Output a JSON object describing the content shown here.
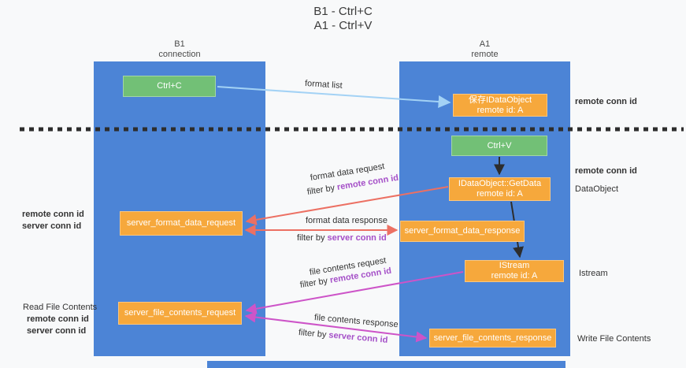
{
  "title": {
    "line1": "B1 - Ctrl+C",
    "line2": "A1 - Ctrl+V"
  },
  "lanes": {
    "left": {
      "title": "B1",
      "subtitle": "connection"
    },
    "right": {
      "title": "A1",
      "subtitle": "remote"
    }
  },
  "nodes": {
    "ctrl_c": {
      "label": "Ctrl+C"
    },
    "save_idataobject": {
      "line1": "保存IDataObject",
      "line2": "remote id: A"
    },
    "ctrl_v": {
      "label": "Ctrl+V"
    },
    "getdata": {
      "line1": "IDataObject::GetData",
      "line2": "remote id: A"
    },
    "format_request": {
      "label": "server_format_data_request"
    },
    "format_response": {
      "label": "server_format_data_response"
    },
    "istream": {
      "line1": "IStream",
      "line2": "remote id: A"
    },
    "file_request": {
      "label": "server_file_contents_request"
    },
    "file_response": {
      "label": "server_file_contents_response"
    }
  },
  "edge_labels": {
    "format_list": "format list",
    "format_data_request": "format data request",
    "format_data_response": "format data response",
    "file_contents_request": "file contents request",
    "file_contents_response": "file contents response",
    "filter_by": "filter by ",
    "remote_conn_id": "remote conn id",
    "server_conn_id": "server conn id"
  },
  "side_labels": {
    "remote_conn_id_top": "remote conn id",
    "remote_conn_id_mid": "remote conn id",
    "dataobject": "DataObject",
    "istream": "Istream",
    "write_file_contents": "Write File Contents",
    "read_file_contents": "Read File Contents",
    "left_remote_conn_id_1": "remote conn id",
    "left_server_conn_id_1": "server conn id",
    "left_remote_conn_id_2": "remote conn id",
    "left_server_conn_id_2": "server conn id"
  },
  "colors": {
    "lane_blue": "#4c84d6",
    "node_green": "#72c076",
    "node_orange": "#f6a83c",
    "arrow_light_blue": "#a3d2f5",
    "arrow_black": "#2d2d2d",
    "arrow_red": "#ec7063",
    "arrow_magenta": "#cd54c8",
    "text_purple": "#a550c8",
    "text_green": "#62b566",
    "background": "#f8f9fa"
  }
}
